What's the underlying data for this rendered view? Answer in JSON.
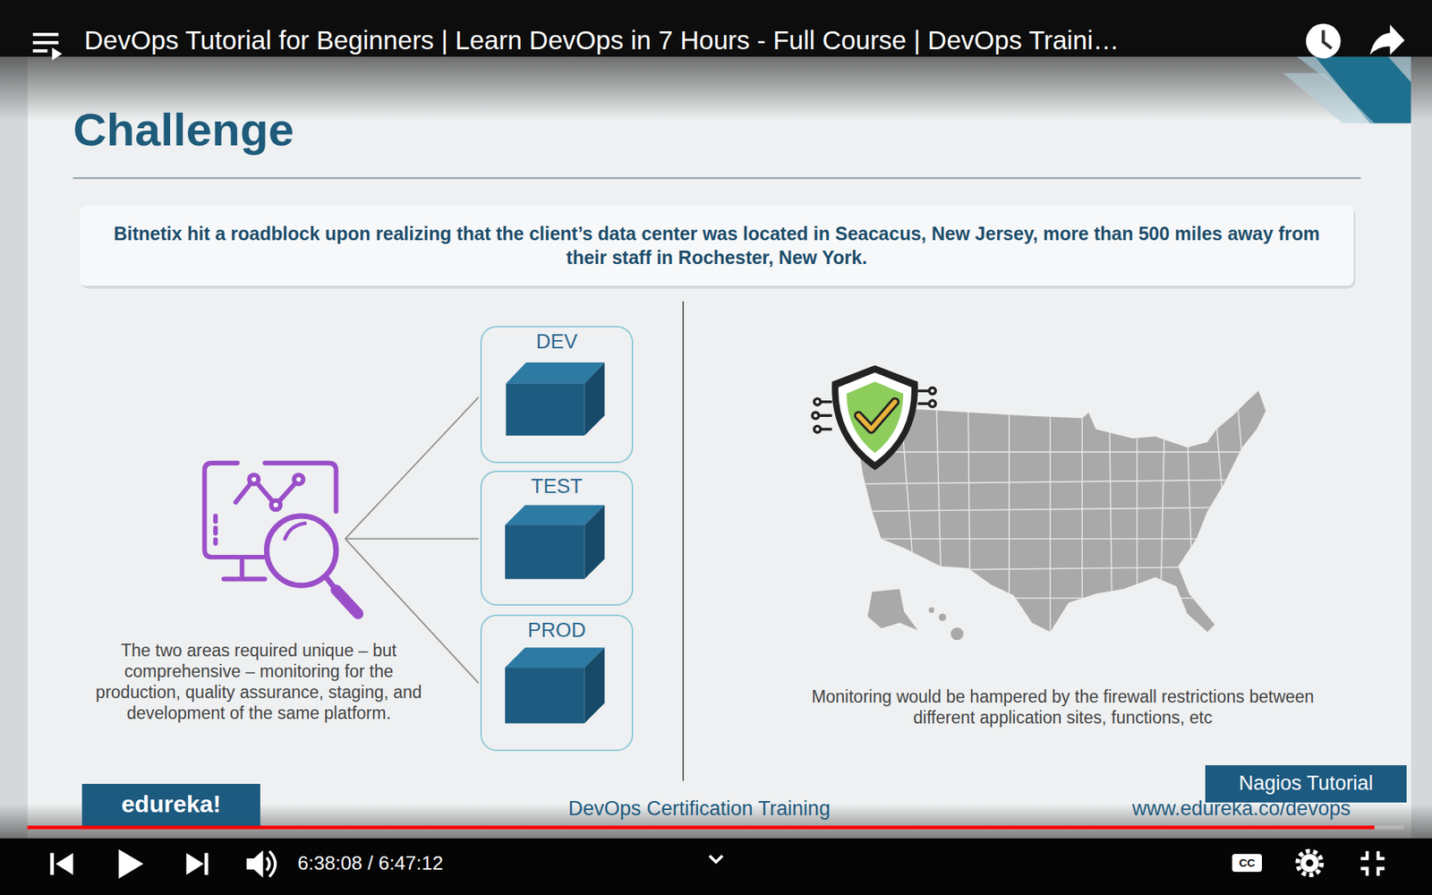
{
  "diagram": {
    "title": "Challenge",
    "nodes": [
      {
        "text": [
          "Bitnetix hit a roadblock upon realizing that the client’s data center was located in Seacacus, New Jersey, more than 500 miles away from their staff in Rochester, New York."
        ]
      },
      {
        "text": [
          "DEV"
        ]
      },
      {
        "text": [
          "TEST"
        ]
      },
      {
        "text": [
          "PROD"
        ]
      },
      {
        "text": [
          "Nagios Tutorial"
        ]
      },
      {
        "text": [
          "edureka!"
        ]
      }
    ],
    "labels": [
      "DevOps Tutorial for Beginners | Learn DevOps in 7 Hours - Full Course | DevOps Traini…",
      "The two areas required unique – but comprehensive – monitoring for the production, quality assurance, staging, and development of the same platform.",
      "Monitoring would be hampered by the firewall restrictions between different application sites, functions, etc",
      "DevOps Certification Training",
      "www.edureka.co/devops",
      "6:38:08 / 6:47:12",
      "CC"
    ]
  }
}
